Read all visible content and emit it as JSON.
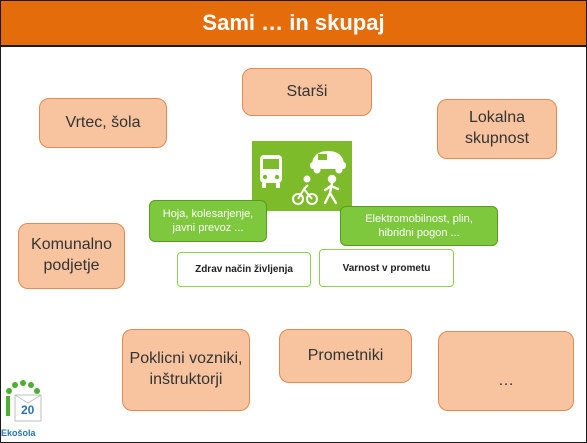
{
  "title": "Sami … in skupaj",
  "stakeholders": {
    "starsi": "Starši",
    "vrtec": "Vrtec, šola",
    "lokalna": "Lokalna skupnost",
    "komunalno": "Komunalno podjetje",
    "poklicni": "Poklicni vozniki, inštruktorji",
    "prometniki": "Prometniki",
    "ellipsis": "…"
  },
  "center": {
    "left_green": "Hoja, kolesarjenje, javni prevoz ...",
    "right_green": "Elektromobilnost, plin, hibridni pogon ...",
    "left_white": "Zdrav način življenja",
    "right_white": "Varnost v prometu"
  },
  "icons": [
    "bus-icon",
    "electric-car-icon",
    "cyclist-icon",
    "pedestrian-icon",
    "ekosola-logo-icon"
  ],
  "logo": {
    "text": "Ekošola",
    "number": "20"
  },
  "colors": {
    "title_bar": "#e46c0a",
    "stakeholder_fill": "#f8c4a0",
    "green": "#7dc83c"
  }
}
